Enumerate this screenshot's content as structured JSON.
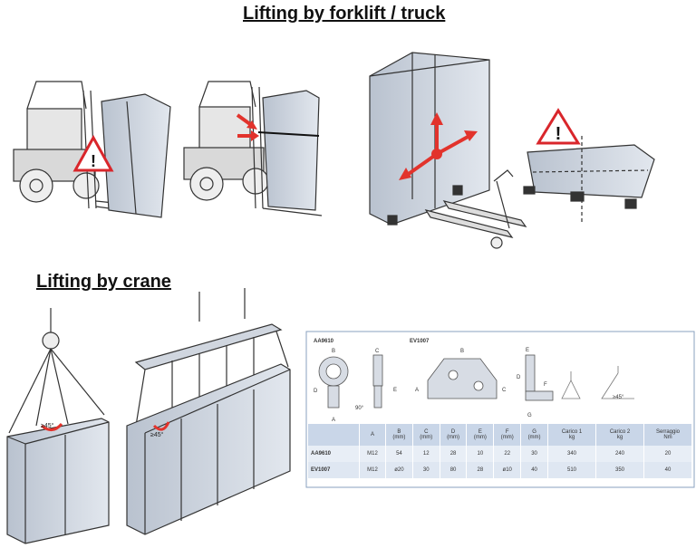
{
  "headings": {
    "forklift": "Lifting by forklift / truck",
    "crane": "Lifting by crane"
  },
  "angle_label": "≥45°",
  "spec": {
    "left_code": "AA9610",
    "right_code": "EV1007",
    "dim_letters": {
      "a": "A",
      "b": "B",
      "c": "C",
      "d": "D",
      "e": "E",
      "f": "F",
      "g": "G"
    },
    "angle_90": "90°",
    "angle_45": "≥45°",
    "columns": [
      {
        "name": "",
        "unit": ""
      },
      {
        "name": "A",
        "unit": ""
      },
      {
        "name": "B",
        "unit": "(mm)"
      },
      {
        "name": "C",
        "unit": "(mm)"
      },
      {
        "name": "D",
        "unit": "(mm)"
      },
      {
        "name": "E",
        "unit": "(mm)"
      },
      {
        "name": "F",
        "unit": "(mm)"
      },
      {
        "name": "G",
        "unit": "(mm)"
      },
      {
        "name": "Carico 1",
        "unit": "kg"
      },
      {
        "name": "Carico 2",
        "unit": "kg"
      },
      {
        "name": "Serraggio",
        "unit": "Nm"
      }
    ],
    "rows": [
      [
        "AA9610",
        "M12",
        "54",
        "12",
        "28",
        "10",
        "22",
        "30",
        "340",
        "240",
        "20"
      ],
      [
        "EV1007",
        "M12",
        "ø20",
        "30",
        "80",
        "28",
        "ø10",
        "40",
        "510",
        "350",
        "40"
      ]
    ]
  },
  "colors": {
    "warning_red": "#d9262b",
    "arrow_red": "#e2332c",
    "cabinet_fill": "#c9d1dc",
    "cabinet_edge": "#3a3f46",
    "table_header": "#c9d6e8"
  }
}
